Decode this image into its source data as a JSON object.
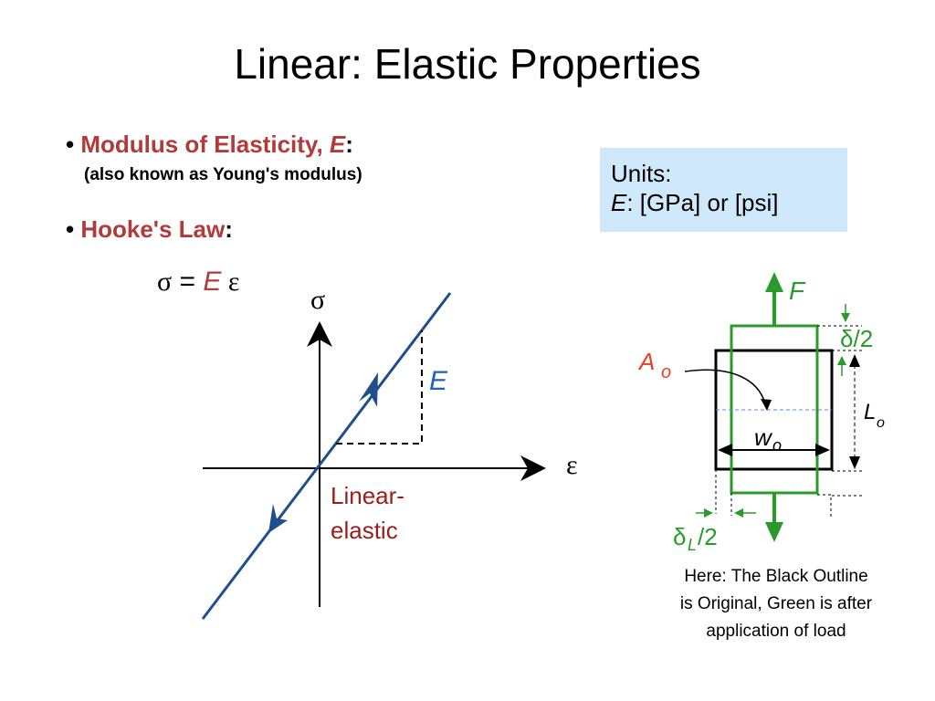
{
  "slide": {
    "title": "Linear: Elastic Properties",
    "bullet_glyph": "•",
    "modulus": {
      "label": "Modulus of Elasticity, ",
      "symbol": "E",
      "colon": ":",
      "note": "(also known as Young's modulus)"
    },
    "hooke": {
      "label": "Hooke's Law",
      "colon": ":"
    },
    "formula": {
      "sigma": "σ",
      "equals": " = ",
      "E": "E",
      "epsilon": " ε"
    },
    "units": {
      "line1": "Units:",
      "E": "E",
      "rest": ":  [GPa] or [psi]"
    }
  },
  "graph": {
    "y_axis_label": "σ",
    "x_axis_label": "ε",
    "slope_label": "E",
    "curve_label_line1": "Linear-",
    "curve_label_line2": "elastic"
  },
  "specimen": {
    "force_label": "F",
    "delta_half": "δ/2",
    "area_A": "A",
    "area_sub": "o",
    "length_L": "L",
    "length_sub": "o",
    "width_w": "w",
    "width_sub": "o",
    "delta_L": "δ",
    "delta_L_sub": "L",
    "delta_L_rest": " /2",
    "caption_line1": "Here: The Black Outline",
    "caption_line2": "is Original, Green is after",
    "caption_line3": "application of load"
  },
  "colors": {
    "title_red": "#b23a3a",
    "curve_blue": "#1f4e8c",
    "label_blue": "#1f5fbf",
    "label_dark_red": "#9c1c1c",
    "green": "#2a9a2a",
    "orange_red": "#e8411e",
    "box_blue": "#cfe8fb"
  }
}
